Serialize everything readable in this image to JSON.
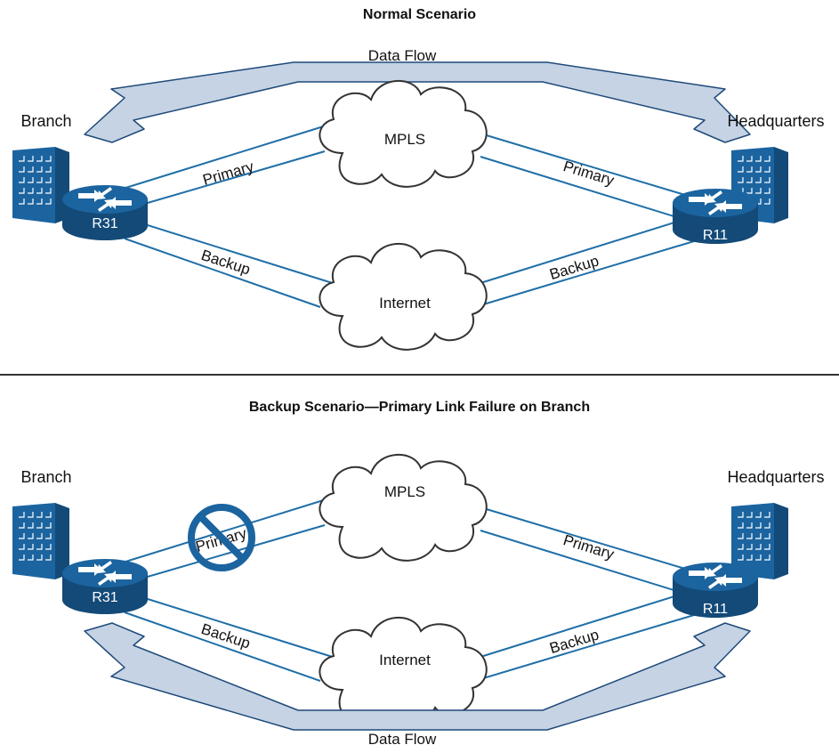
{
  "top": {
    "title": "Normal Scenario",
    "data_flow": "Data Flow",
    "branch": "Branch",
    "headquarters": "Headquarters",
    "mpls": "MPLS",
    "internet": "Internet",
    "branch_primary": "Primary",
    "branch_backup": "Backup",
    "hq_primary": "Primary",
    "hq_backup": "Backup",
    "branch_router": "R31",
    "hq_router": "R11"
  },
  "bottom": {
    "title": "Backup Scenario—Primary Link Failure on Branch",
    "data_flow": "Data Flow",
    "branch": "Branch",
    "headquarters": "Headquarters",
    "mpls": "MPLS",
    "internet": "Internet",
    "branch_primary": "Primary",
    "branch_backup": "Backup",
    "hq_primary": "Primary",
    "hq_backup": "Backup",
    "branch_router": "R31",
    "hq_router": "R11"
  },
  "colors": {
    "link": "#1f6fa8",
    "router": "#1b64a0",
    "building": "#1b64a0",
    "arrow_fill": "#c5d3e4",
    "arrow_stroke": "#1f4a7a",
    "no_sign": "#1b64a0"
  },
  "icons": [
    "router-icon",
    "building-icon",
    "cloud-icon",
    "no-entry-icon"
  ]
}
